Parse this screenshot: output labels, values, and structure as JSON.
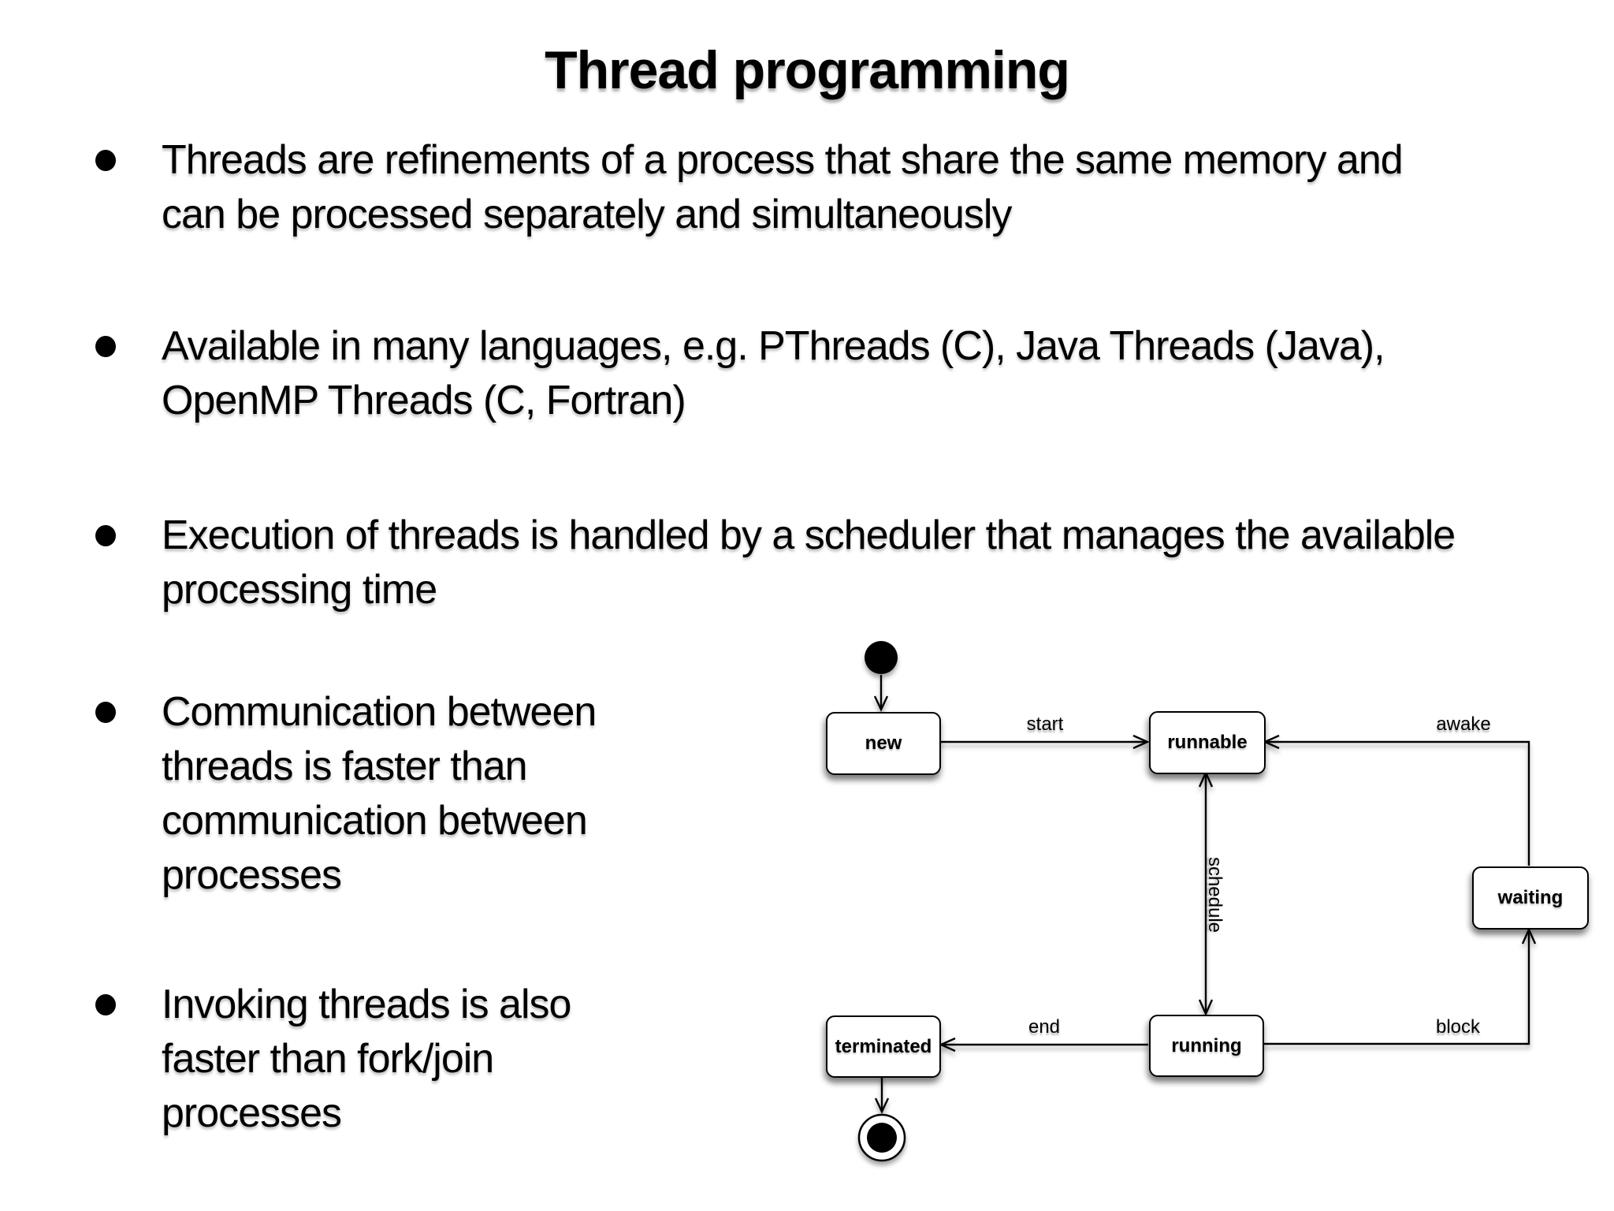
{
  "slide": {
    "title": "Thread programming",
    "bullets": [
      {
        "lines": [
          "Threads are refinements of a process that share the same memory and",
          "can be processed separately and simultaneously"
        ]
      },
      {
        "lines": [
          "Available in many languages, e.g. PThreads (C), Java Threads (Java),",
          "OpenMP Threads (C, Fortran)"
        ]
      },
      {
        "lines": [
          "Execution of threads is handled by a scheduler that manages the available",
          "processing time"
        ]
      },
      {
        "lines": [
          "Communication between",
          "threads is faster than",
          "communication between",
          "processes"
        ]
      },
      {
        "lines": [
          "Invoking threads is also",
          "faster than fork/join",
          "processes"
        ]
      }
    ]
  },
  "diagram": {
    "states": [
      {
        "id": "new",
        "label": "new"
      },
      {
        "id": "runnable",
        "label": "runnable"
      },
      {
        "id": "waiting",
        "label": "waiting"
      },
      {
        "id": "running",
        "label": "running"
      },
      {
        "id": "terminated",
        "label": "terminated"
      }
    ],
    "transitions": [
      {
        "id": "start",
        "label": "start",
        "from": "new",
        "to": "runnable"
      },
      {
        "id": "awake",
        "label": "awake",
        "from": "waiting",
        "to": "runnable"
      },
      {
        "id": "schedule",
        "label": "schedule",
        "from": "runnable",
        "to": "running"
      },
      {
        "id": "end",
        "label": "end",
        "from": "running",
        "to": "terminated"
      },
      {
        "id": "block",
        "label": "block",
        "from": "running",
        "to": "waiting"
      }
    ],
    "icons": {
      "initial": "initial-state-icon",
      "final": "final-state-icon"
    }
  },
  "colors": {
    "background": "#ffffff",
    "text": "#000000",
    "line": "#000000",
    "state_fill": "#ffffff"
  }
}
